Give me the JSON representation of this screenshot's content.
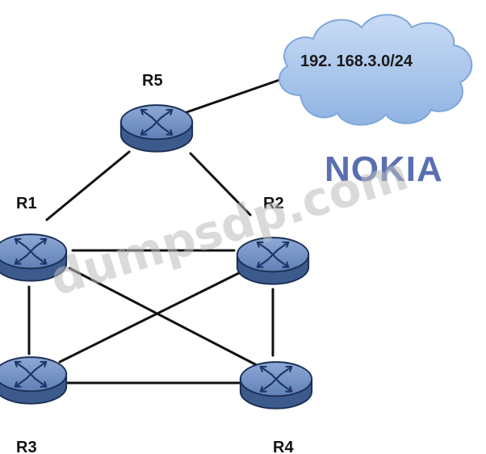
{
  "colors": {
    "router_top": "#6f8fc4",
    "router_side": "#3f5f93",
    "router_outline": "#1b2f55",
    "router_arrows": "#1e3566",
    "cloud_fill": "#a9c7ee",
    "cloud_edge": "#7fa6da",
    "brand": "#5a6fb0",
    "link": "#111111"
  },
  "routers": {
    "r1": {
      "label": "R1",
      "icon": "router-icon"
    },
    "r2": {
      "label": "R2",
      "icon": "router-icon"
    },
    "r3": {
      "label": "R3",
      "icon": "router-icon"
    },
    "r4": {
      "label": "R4",
      "icon": "router-icon"
    },
    "r5": {
      "label": "R5",
      "icon": "router-icon"
    }
  },
  "network": {
    "icon": "cloud-icon",
    "label": "192. 168.3.0/24"
  },
  "links": [
    [
      "r5",
      "r1"
    ],
    [
      "r5",
      "r2"
    ],
    [
      "r1",
      "r2"
    ],
    [
      "r1",
      "r3"
    ],
    [
      "r1",
      "r4"
    ],
    [
      "r2",
      "r3"
    ],
    [
      "r2",
      "r4"
    ],
    [
      "r3",
      "r4"
    ],
    [
      "r5",
      "cloud"
    ]
  ],
  "brand_logo": {
    "text": "NOKIA"
  },
  "watermark": {
    "text": "dumpsdp.com"
  }
}
